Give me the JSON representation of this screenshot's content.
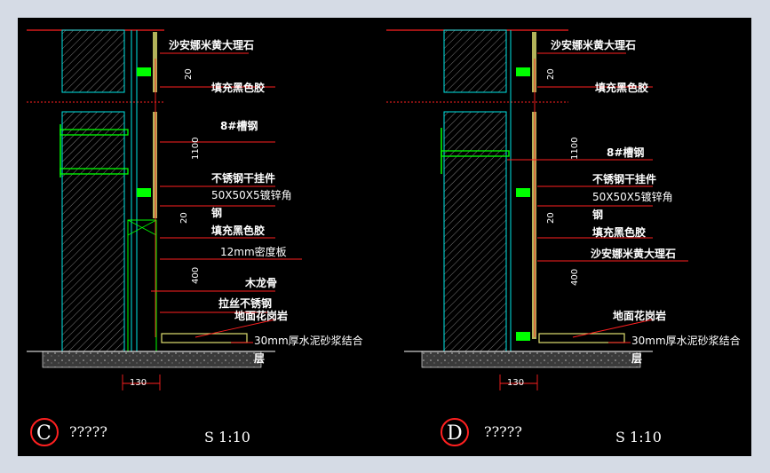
{
  "colors": {
    "frame": "#d5dbe5",
    "background": "#000000",
    "leader": "#ff2020",
    "wall_line": "#00e6e6",
    "steel": "#00ff00",
    "stone": "#e0e070",
    "text": "#ffffff"
  },
  "details": [
    {
      "badge": "C",
      "title": "?????",
      "scale": "S 1:10",
      "labels": {
        "marble_top": "沙安娜米黄大理石",
        "black_glue_1": "填充黑色胶",
        "channel_steel": "8#槽钢",
        "hanger": "不锈钢干挂件",
        "angle_steel_1": "50X50X5镀锌角",
        "angle_steel_2": "钢",
        "black_glue_2": "填充黑色胶",
        "density_board": "12mm密度板",
        "wood_keel": "木龙骨",
        "brushed_steel": "拉丝不锈钢",
        "granite": "地面花岗岩",
        "mortar_1": "30mm厚水泥砂浆结合",
        "mortar_2": "层"
      },
      "dims": {
        "d20a": "20",
        "d1100": "1100",
        "d20b": "20",
        "d400": "400",
        "d130": "130"
      }
    },
    {
      "badge": "D",
      "title": "?????",
      "scale": "S 1:10",
      "labels": {
        "marble_top": "沙安娜米黄大理石",
        "black_glue_1": "填充黑色胶",
        "channel_steel": "8#槽钢",
        "hanger": "不锈钢干挂件",
        "angle_steel_1": "50X50X5镀锌角",
        "angle_steel_2": "钢",
        "black_glue_2": "填充黑色胶",
        "marble_bottom": "沙安娜米黄大理石",
        "granite": "地面花岗岩",
        "mortar_1": "30mm厚水泥砂浆结合",
        "mortar_2": "层"
      },
      "dims": {
        "d20a": "20",
        "d1100": "1100",
        "d20b": "20",
        "d400": "400",
        "d130": "130"
      }
    }
  ]
}
